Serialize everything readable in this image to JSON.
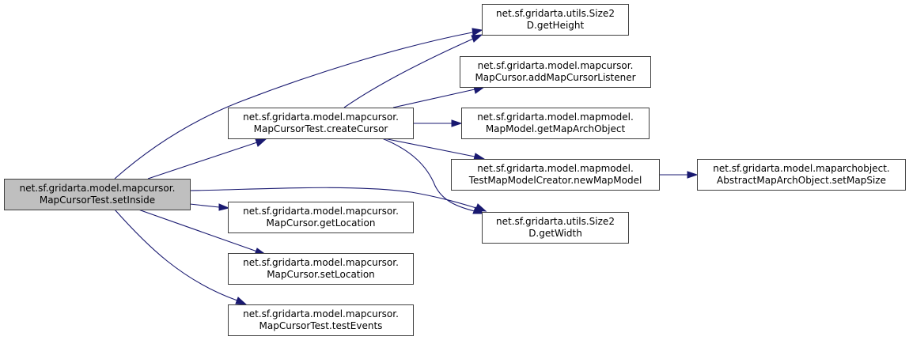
{
  "diagram": {
    "type": "call-graph",
    "colors": {
      "edge": "#191970",
      "node_border": "#404040",
      "root_fill": "#bfbfbf",
      "node_fill": "#ffffff"
    },
    "nodes": {
      "setInside": {
        "line1": "net.sf.gridarta.model.mapcursor.",
        "line2": "MapCursorTest.setInside",
        "root": true
      },
      "createCursor": {
        "line1": "net.sf.gridarta.model.mapcursor.",
        "line2": "MapCursorTest.createCursor"
      },
      "getHeight": {
        "line1": "net.sf.gridarta.utils.Size2",
        "line2": "D.getHeight"
      },
      "addMapCursorListener": {
        "line1": "net.sf.gridarta.model.mapcursor.",
        "line2": "MapCursor.addMapCursorListener"
      },
      "getMapArchObject": {
        "line1": "net.sf.gridarta.model.mapmodel.",
        "line2": "MapModel.getMapArchObject"
      },
      "newMapModel": {
        "line1": "net.sf.gridarta.model.mapmodel.",
        "line2": "TestMapModelCreator.newMapModel"
      },
      "setMapSize": {
        "line1": "net.sf.gridarta.model.maparchobject.",
        "line2": "AbstractMapArchObject.setMapSize"
      },
      "getWidth": {
        "line1": "net.sf.gridarta.utils.Size2",
        "line2": "D.getWidth"
      },
      "getLocation": {
        "line1": "net.sf.gridarta.model.mapcursor.",
        "line2": "MapCursor.getLocation"
      },
      "setLocation": {
        "line1": "net.sf.gridarta.model.mapcursor.",
        "line2": "MapCursor.setLocation"
      },
      "testEvents": {
        "line1": "net.sf.gridarta.model.mapcursor.",
        "line2": "MapCursorTest.testEvents"
      }
    },
    "edges": [
      {
        "from": "setInside",
        "to": "getHeight"
      },
      {
        "from": "setInside",
        "to": "createCursor"
      },
      {
        "from": "setInside",
        "to": "getWidth"
      },
      {
        "from": "setInside",
        "to": "getLocation"
      },
      {
        "from": "setInside",
        "to": "setLocation"
      },
      {
        "from": "setInside",
        "to": "testEvents"
      },
      {
        "from": "createCursor",
        "to": "getHeight"
      },
      {
        "from": "createCursor",
        "to": "addMapCursorListener"
      },
      {
        "from": "createCursor",
        "to": "getMapArchObject"
      },
      {
        "from": "createCursor",
        "to": "newMapModel"
      },
      {
        "from": "createCursor",
        "to": "getWidth"
      },
      {
        "from": "newMapModel",
        "to": "setMapSize"
      }
    ]
  }
}
